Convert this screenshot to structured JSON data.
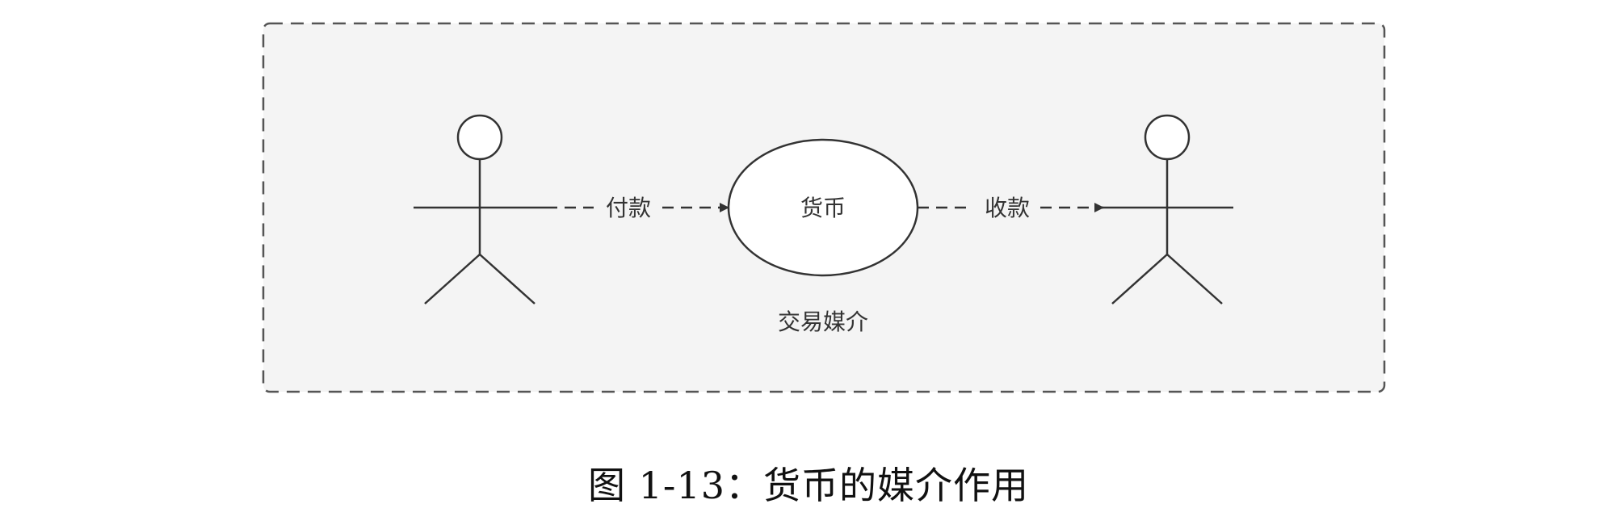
{
  "diagram": {
    "payer": "",
    "payee": "",
    "edge_pay_label": "付款",
    "edge_receive_label": "收款",
    "center_label": "货币",
    "boundary_label": "交易媒介"
  },
  "caption": "图 1-13：货币的媒介作用",
  "colors": {
    "boundary_fill": "#f4f4f4",
    "stroke": "#333333",
    "text": "#333333"
  }
}
